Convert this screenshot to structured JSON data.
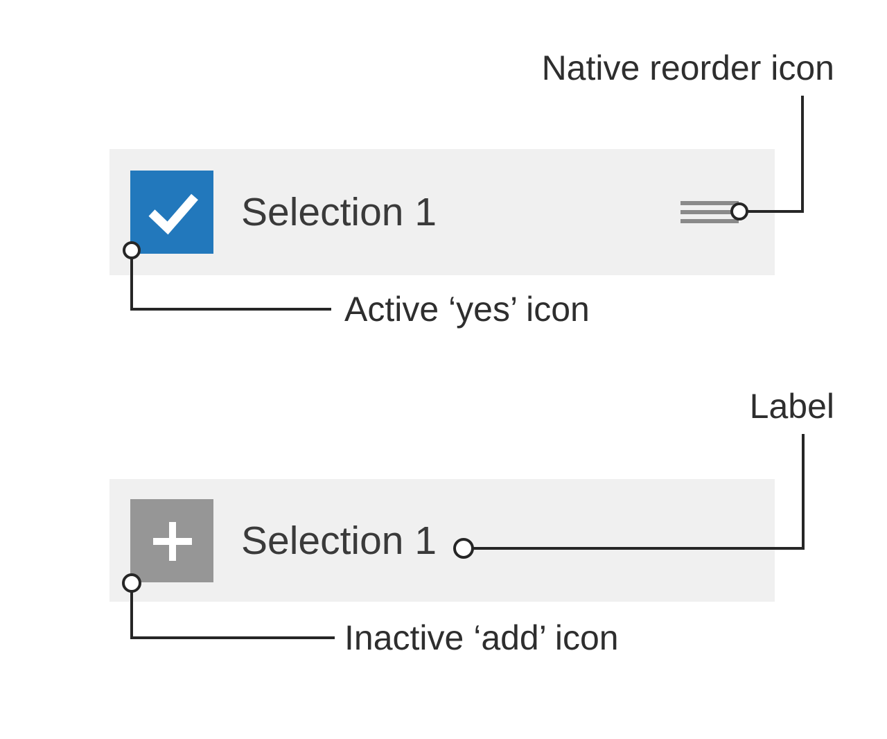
{
  "colors": {
    "page_bg": "#ffffff",
    "row_bg": "#f0f0f0",
    "active_blue": "#2278bc",
    "inactive_gray": "#969696",
    "reorder_bar_gray": "#8a8a8a",
    "connector_dark": "#262626",
    "label_text": "#3a3a3a",
    "annotation_text": "#2e2e2e",
    "icon_glyph_white": "#ffffff"
  },
  "rows": {
    "active": {
      "label": "Selection 1",
      "icon": "check-icon",
      "state": "active"
    },
    "inactive": {
      "label": "Selection 1",
      "icon": "plus-icon",
      "state": "inactive"
    }
  },
  "annotations": {
    "native_reorder": "Native reorder icon",
    "active_yes": "Active ‘yes’ icon",
    "label": "Label",
    "inactive_add": "Inactive ‘add’ icon"
  }
}
